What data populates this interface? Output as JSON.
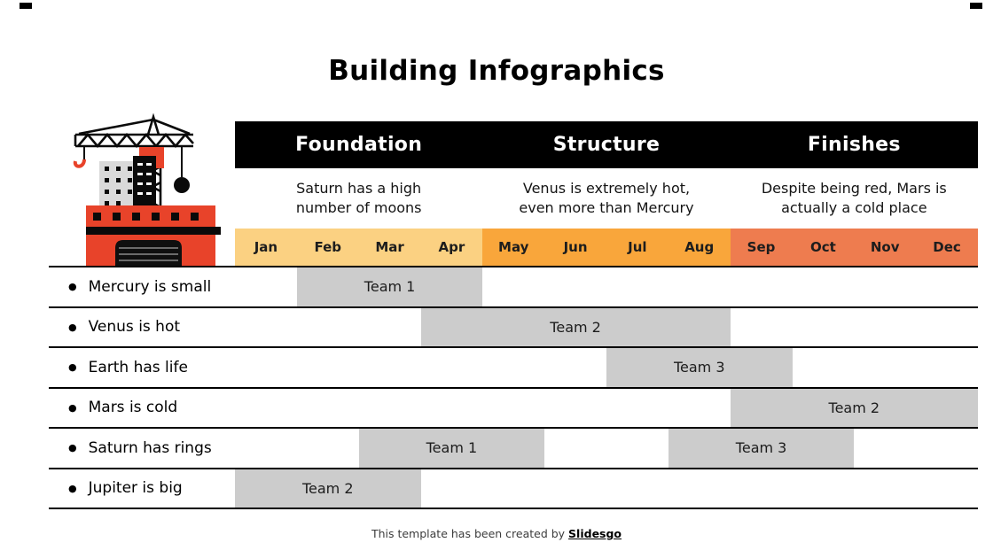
{
  "title": "Building Infographics",
  "phases": [
    {
      "name": "Foundation",
      "description": "Saturn has a high number of moons"
    },
    {
      "name": "Structure",
      "description": "Venus is extremely hot, even more than Mercury"
    },
    {
      "name": "Finishes",
      "description": "Despite being red, Mars is actually a cold place"
    }
  ],
  "colors": {
    "phase_bar_bg": "#000000",
    "phase_bar_text": "#ffffff",
    "months_early": "#FBD182",
    "months_mid": "#F9A63B",
    "months_late": "#EE7C4F",
    "bar_fill": "#CCCCCC",
    "accent_red": "#E8432A"
  },
  "chart_data": {
    "type": "bar",
    "subtype": "gantt",
    "title": "Building Infographics",
    "months": [
      "Jan",
      "Feb",
      "Mar",
      "Apr",
      "May",
      "Jun",
      "Jul",
      "Aug",
      "Sep",
      "Oct",
      "Nov",
      "Dec"
    ],
    "phase_spans": [
      {
        "phase": "Foundation",
        "months": [
          "Jan",
          "Feb",
          "Mar",
          "Apr"
        ]
      },
      {
        "phase": "Structure",
        "months": [
          "May",
          "Jun",
          "Jul",
          "Aug"
        ]
      },
      {
        "phase": "Finishes",
        "months": [
          "Sep",
          "Oct",
          "Nov",
          "Dec"
        ]
      }
    ],
    "tasks": [
      {
        "label": "Mercury is small",
        "bars": [
          {
            "start": "Feb",
            "end": "Apr",
            "team": "Team 1"
          }
        ]
      },
      {
        "label": "Venus is hot",
        "bars": [
          {
            "start": "Apr",
            "end": "Aug",
            "team": "Team 2"
          }
        ]
      },
      {
        "label": "Earth has life",
        "bars": [
          {
            "start": "Jul",
            "end": "Sep",
            "team": "Team 3"
          }
        ]
      },
      {
        "label": "Mars is cold",
        "bars": [
          {
            "start": "Sep",
            "end": "Dec",
            "team": "Team 2"
          }
        ]
      },
      {
        "label": "Saturn has rings",
        "bars": [
          {
            "start": "Mar",
            "end": "May",
            "team": "Team 1"
          },
          {
            "start": "Aug",
            "end": "Oct",
            "team": "Team 3"
          }
        ]
      },
      {
        "label": "Jupiter is big",
        "bars": [
          {
            "start": "Jan",
            "end": "Mar",
            "team": "Team 2"
          }
        ]
      }
    ]
  },
  "footer": {
    "text": "This template has been created by ",
    "brand": "Slidesgo"
  }
}
